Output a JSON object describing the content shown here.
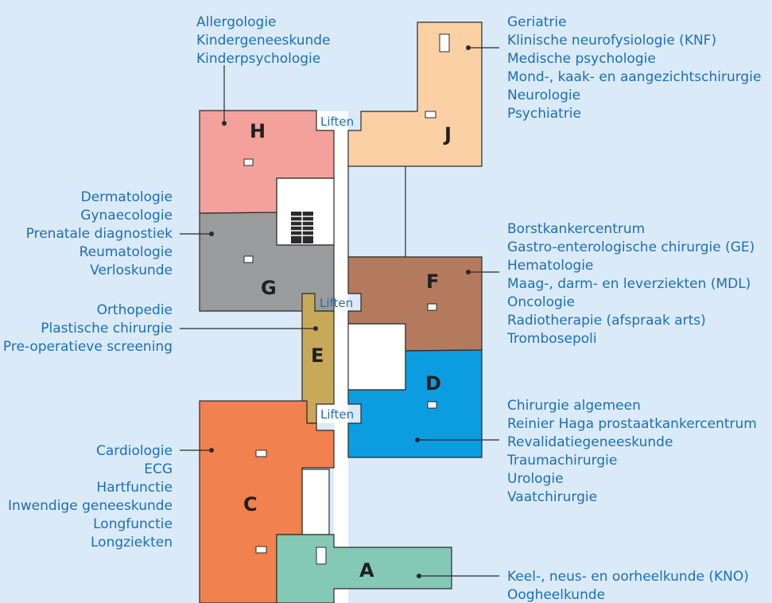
{
  "colors": {
    "background": "#dbeaf8",
    "text": "#1b6fb5",
    "wing_A": "#84c9b6",
    "wing_C": "#f1814f",
    "wing_D": "#0b9de0",
    "wing_E": "#c8a95a",
    "wing_F": "#b47a5e",
    "wing_G": "#9a9b9d",
    "wing_H": "#f3a19a",
    "wing_J": "#fbd0a5"
  },
  "lifts": [
    "Liften",
    "Liften",
    "Liften"
  ],
  "wings": {
    "H": {
      "letter": "H",
      "departments": [
        "Allergologie",
        "Kindergeneeskunde",
        "Kinderpsychologie"
      ]
    },
    "J": {
      "letter": "J",
      "departments": [
        "Geriatrie",
        "Klinische neurofysiologie (KNF)",
        "Medische psychologie",
        "Mond-, kaak- en aangezichtschirurgie",
        "Neurologie",
        "Psychiatrie"
      ]
    },
    "G": {
      "letter": "G",
      "departments": [
        "Dermatologie",
        "Gynaecologie",
        "Prenatale diagnostiek",
        "Reumatologie",
        "Verloskunde"
      ]
    },
    "F": {
      "letter": "F",
      "departments": [
        "Borstkankercentrum",
        "Gastro-enterologische chirurgie (GE)",
        "Hematologie",
        "Maag-, darm- en leverziekten (MDL)",
        "Oncologie",
        "Radiotherapie (afspraak arts)",
        "Trombosepoli"
      ]
    },
    "E": {
      "letter": "E",
      "departments": [
        "Orthopedie",
        "Plastische chirurgie",
        "Pre-operatieve screening"
      ]
    },
    "D": {
      "letter": "D",
      "departments": [
        "Chirurgie algemeen",
        "Reinier Haga prostaatkankercentrum",
        "Revalidatiegeneeskunde",
        "Traumachirurgie",
        "Urologie",
        "Vaatchirurgie"
      ]
    },
    "C": {
      "letter": "C",
      "departments": [
        "Cardiologie",
        "ECG",
        "Hartfunctie",
        "Inwendige geneeskunde",
        "Longfunctie",
        "Longziekten"
      ]
    },
    "A": {
      "letter": "A",
      "departments": [
        "Keel-, neus- en oorheelkunde (KNO)",
        "Oogheelkunde"
      ]
    }
  }
}
